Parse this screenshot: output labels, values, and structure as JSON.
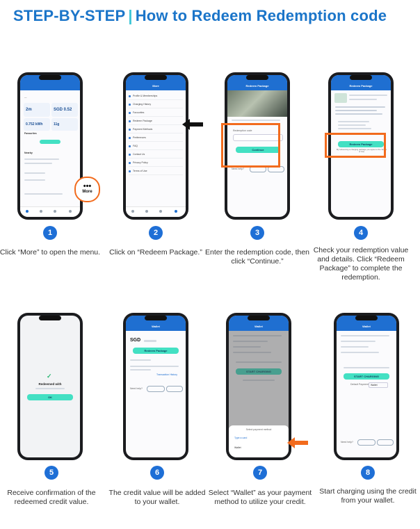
{
  "title": {
    "prefix": "STEP-BY-STEP",
    "separator": "|",
    "main": "How to Redeem Redemption code"
  },
  "colors": {
    "brand_blue": "#1b75c9",
    "step_badge": "#1e6fd6",
    "highlight_orange": "#f26b1d",
    "button_mint": "#43e0c3",
    "app_bar": "#1f6fd1"
  },
  "phone1": {
    "tile_value_left": "2m",
    "tile_value_right": "SGD 0.52",
    "tile_value_kwh": "0.752 kWh",
    "tile_value_co2": "11g",
    "section_label": "Favourites",
    "nearby_label": "Nearby",
    "more_label": "More"
  },
  "phone2": {
    "screen_title": "More",
    "menu_items": [
      "Profile & Memberships",
      "Charging History",
      "Favourites",
      "Redeem Package",
      "Payment Methods",
      "Preferences",
      "FAQ",
      "Contact Us",
      "Privacy Policy",
      "Terms of Use"
    ]
  },
  "phone3": {
    "screen_title": "Redeem Package",
    "field_label": "Redemption code",
    "button": "Continue",
    "need_help": "Need help?"
  },
  "phone4": {
    "screen_title": "Redeem Package",
    "button": "Redeem Package",
    "note": "By redeeming a charging package you agree to the Terms of Use"
  },
  "phone5": {
    "message": "Redeemed with",
    "button": "OK"
  },
  "phone6": {
    "screen_title": "Wallet",
    "balance_prefix": "SGD",
    "button": "Redeem Package",
    "link": "Transaction History",
    "need_help": "Need help?"
  },
  "phone7": {
    "screen_title": "Wallet",
    "button": "START CHARGING",
    "sheet_title": "Select payment method",
    "sheet_option1": "Type a card",
    "sheet_option2": "Wallet"
  },
  "phone8": {
    "screen_title": "Wallet",
    "button": "START CHARGING",
    "payment_label": "Default Payment",
    "payment_value": "Wallet",
    "need_help": "Need help?"
  },
  "steps": [
    {
      "number": "1",
      "text": "Click “More” to open the menu."
    },
    {
      "number": "2",
      "text": "Click on “Redeem Package.”"
    },
    {
      "number": "3",
      "text": "Enter the redemption code, then click “Continue.”"
    },
    {
      "number": "4",
      "text": "Check your redemption value and details. Click “Redeem Package” to complete the redemption."
    },
    {
      "number": "5",
      "text": "Receive confirmation of the redeemed credit value."
    },
    {
      "number": "6",
      "text": "The credit value will be added to your wallet."
    },
    {
      "number": "7",
      "text": "Select “Wallet” as your payment method to utilize your credit."
    },
    {
      "number": "8",
      "text": "Start charging using the credit from your wallet."
    }
  ]
}
